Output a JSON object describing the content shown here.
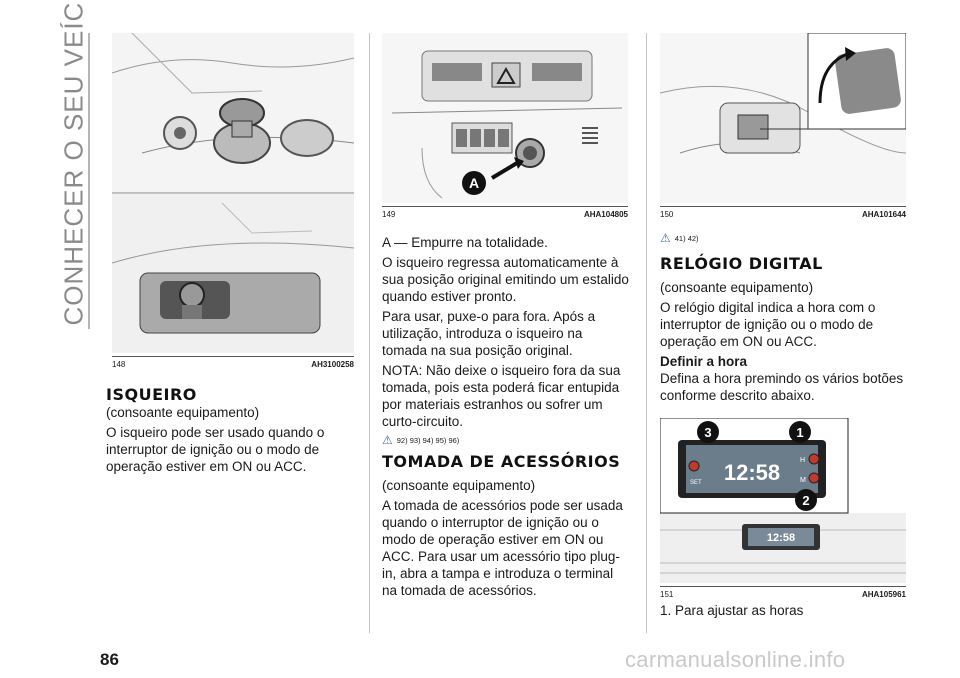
{
  "section_title": "CONHECER O SEU VEÍCULO",
  "figures": {
    "f148": {
      "num": "148",
      "code": "AH3100258"
    },
    "f149": {
      "num": "149",
      "code": "AHA104805",
      "marker": "A"
    },
    "f150": {
      "num": "150",
      "code": "AHA101644"
    },
    "f151": {
      "num": "151",
      "code": "AHA105961",
      "time": "12:58",
      "small_time": "12:58",
      "set": "SET",
      "h": "H",
      "m": "M",
      "callouts": [
        "3",
        "1",
        "2"
      ]
    }
  },
  "col1": {
    "heading": "ISQUEIRO",
    "sub": "(consoante equipamento)",
    "p1": "O isqueiro pode ser usado quando o interruptor de ignição ou o modo de operação estiver em ON ou ACC."
  },
  "col2": {
    "p1": "A — Empurre na totalidade.",
    "p2": "O isqueiro regressa automaticamente à sua posição original emitindo um estalido quando estiver pronto.",
    "p3": "Para usar, puxe-o para fora. Após a utilização, introduza o isqueiro na tomada na sua posição original.",
    "p4": "NOTA: Não deixe o isqueiro fora da sua tomada, pois esta poderá ficar entupida por materiais estranhos ou sofrer um curto-circuito.",
    "refs": "92)  93)  94)  95)  96)",
    "heading": "TOMADA DE ACESSÓRIOS",
    "sub": "(consoante equipamento)",
    "p5": "A tomada de acessórios pode ser usada quando o interruptor de ignição ou o modo de operação estiver em ON ou ACC. Para usar um acessório tipo plug-in, abra a tampa e introduza o terminal na tomada de acessórios."
  },
  "col3": {
    "refs": "41)  42)",
    "heading": "RELÓGIO DIGITAL",
    "sub": "(consoante equipamento)",
    "p1": "O relógio digital indica a hora com o interruptor de ignição ou o modo de operação em ON ou ACC.",
    "subhead": "Definir a hora",
    "p2": "Defina a hora premindo os vários botões conforme descrito abaixo.",
    "p3": "1. Para ajustar as horas"
  },
  "page_number": "86",
  "watermark": "carmanualsonline.info"
}
